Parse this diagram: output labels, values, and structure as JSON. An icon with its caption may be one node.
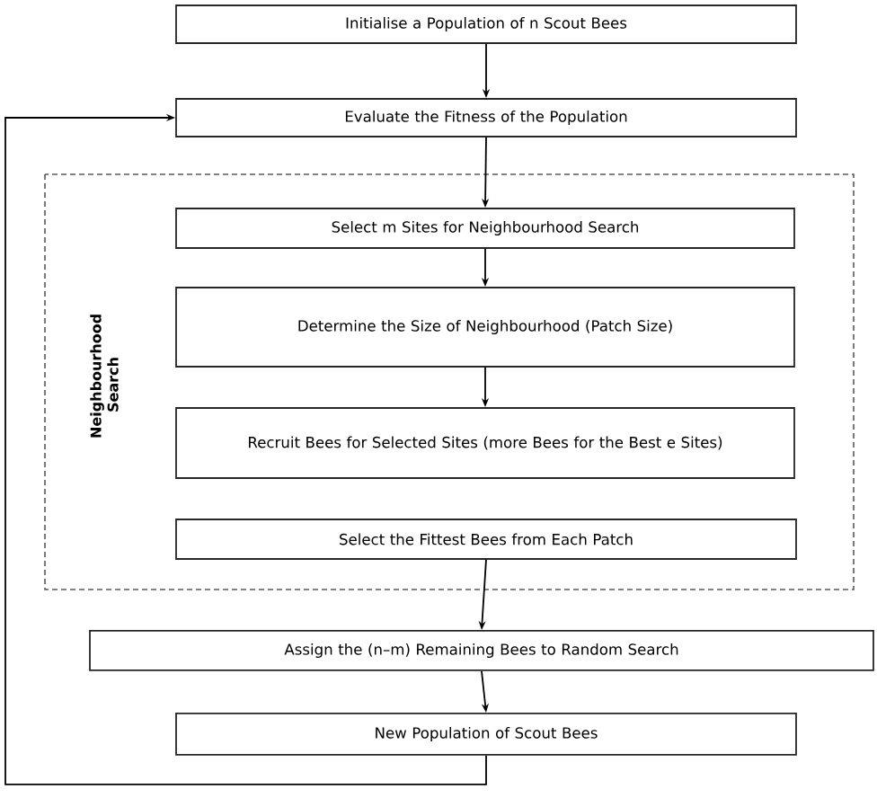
{
  "diagram": {
    "nodes": [
      {
        "text": [
          "Initialise a Population of n Scout Bees"
        ]
      },
      {
        "text": [
          "Evaluate the Fitness of the Population"
        ]
      },
      {
        "text": [
          "Neighbourhood Search"
        ]
      },
      {
        "text": [
          "Select m Sites for Neighbourhood Search"
        ],
        "in": 2
      },
      {
        "text": [
          "Determine the Size of Neighbourhood (Patch Size)"
        ],
        "in": 2
      },
      {
        "text": [
          "Recruit Bees for Selected Sites (more Bees for the Best e Sites)"
        ],
        "in": 2
      },
      {
        "text": [
          "Select the Fittest Bees from Each Patch"
        ],
        "in": 2
      },
      {
        "text": [
          "Assign the (n–m) Remaining Bees to Random Search"
        ]
      },
      {
        "text": [
          "New Population of Scout Bees"
        ]
      }
    ],
    "edges": [
      {
        "from": 0,
        "to": 1,
        "arrow": "to"
      },
      {
        "from": 1,
        "to": 3,
        "arrow": "to"
      },
      {
        "from": 3,
        "to": 4,
        "arrow": "to"
      },
      {
        "from": 4,
        "to": 5,
        "arrow": "to"
      },
      {
        "from": 6,
        "to": 7,
        "arrow": "to"
      },
      {
        "from": 7,
        "to": 8,
        "arrow": "to"
      },
      {
        "from": 8,
        "to": 1,
        "arrow": "to"
      }
    ]
  }
}
